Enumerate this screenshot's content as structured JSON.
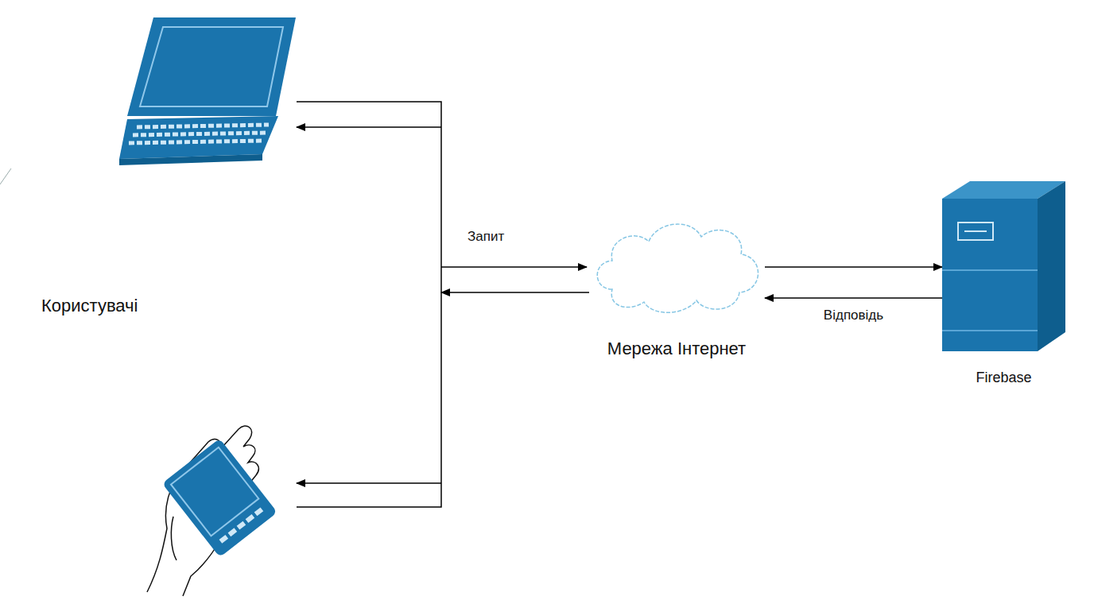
{
  "diagram": {
    "nodes": [
      {
        "text": [
          "Мережа Інтернет"
        ]
      },
      {
        "text": [
          "Firebase"
        ]
      }
    ],
    "edges": [
      {
        "from": 0,
        "to": 1,
        "arrow": "to"
      },
      {
        "from": 1,
        "to": 0,
        "label": "Відповідь",
        "arrow": "to"
      }
    ],
    "labels": [
      "Запит",
      "Користувачі"
    ]
  }
}
